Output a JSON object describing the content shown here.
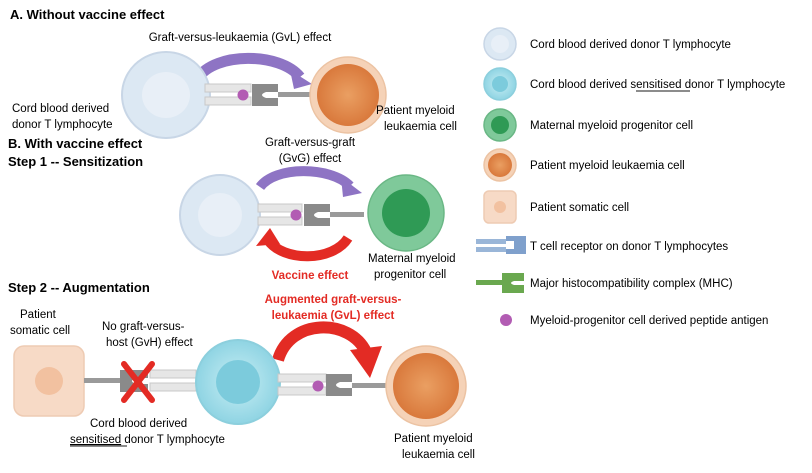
{
  "sections": {
    "a_title": "A. Without vaccine effect",
    "b_title": "B. With vaccine effect",
    "step1": "Step 1 -- Sensitization",
    "step2": "Step 2 -- Augmentation"
  },
  "labels": {
    "gvl": "Graft-versus-leukaemia (GvL) effect",
    "cord_donor_l1": "Cord blood derived",
    "cord_donor_l2": "donor T lymphocyte",
    "patient_leuk_l1": "Patient myeloid",
    "patient_leuk_l2": "leukaemia cell",
    "gvg_l1": "Graft-versus-graft",
    "gvg_l2": "(GvG) effect",
    "maternal_l1": "Maternal myeloid",
    "maternal_l2": "progenitor cell",
    "vaccine": "Vaccine effect",
    "aug_l1": "Augmented graft-versus-",
    "aug_l2": "leukaemia (GvL) effect",
    "somatic_l1": "Patient",
    "somatic_l2": "somatic cell",
    "gvh_l1": "No graft-versus-",
    "gvh_l2": "host (GvH) effect",
    "sens_l1": "Cord blood derived",
    "sens_l2_u": "sensitised",
    "sens_l2_rest": " donor T lymphocyte",
    "patient_leuk2_l1": "Patient myeloid",
    "patient_leuk2_l2": "leukaemia cell"
  },
  "legend": {
    "donor_t": "Cord blood derived donor T lymphocyte",
    "sens_pre": "Cord blood derived ",
    "sens_u": "sensitised",
    "sens_post": " donor T lymphocyte",
    "maternal": "Maternal myeloid progenitor cell",
    "leukaemia": "Patient myeloid leukaemia cell",
    "somatic": "Patient somatic cell",
    "tcr": "T cell receptor on donor T lymphocytes",
    "mhc": "Major histocompatibility complex (MHC)",
    "peptide": "Myeloid-progenitor cell derived peptide antigen"
  },
  "colors": {
    "donor_t": "#dfe9f4",
    "sensitised": "#a6dfe9",
    "maternal": "#4fb472",
    "leukaemia": "#e49d67",
    "somatic": "#f6d5c0",
    "purple_arrow": "#8e74c4",
    "red_arrow": "#e32b24",
    "tcr": "#9ab6d8",
    "mhc": "#6aa84f",
    "peptide": "#b25cb3"
  }
}
